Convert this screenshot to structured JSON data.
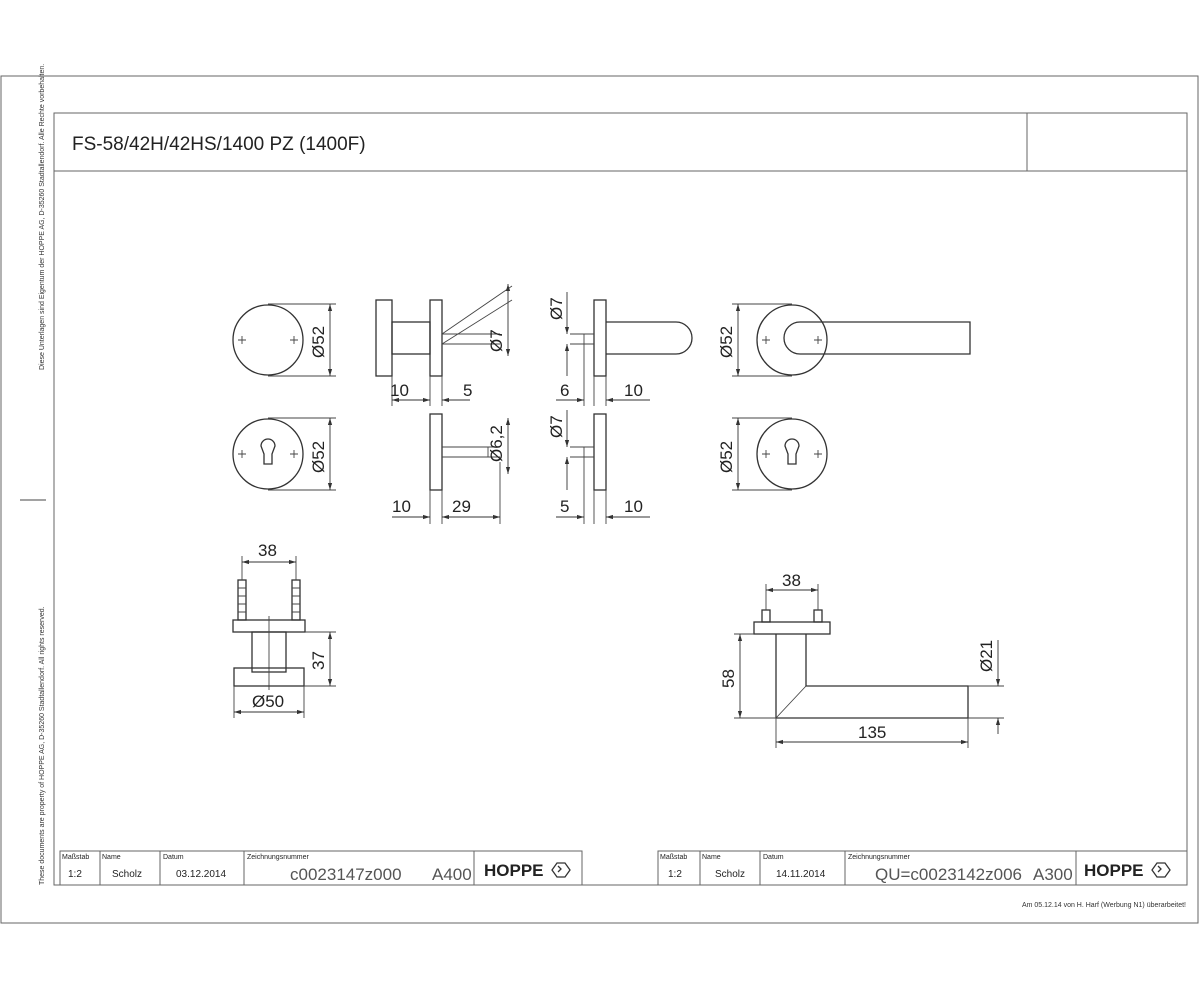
{
  "drawing": {
    "title": "FS-58/42H/42HS/1400 PZ (1400F)",
    "side_note_top": "Diese Unterlagen sind Eigentum der HOPPE AG, D-35260 Stadtallendorf. Alle Rechte vorbehalten.",
    "side_note_bottom": "These documents are property of HOPPE AG, D-35260 Stadtallendorf. All rights reserved.",
    "footer_note": "Am 05.12.14 von H. Harf (Werbung N1) überarbeitet!"
  },
  "dimensions": {
    "rose_dia": "Ø52",
    "pin7_a": "Ø7",
    "pin7_b": "Ø7",
    "pin7_c": "Ø7",
    "pin62": "Ø6,2",
    "rose_dia_lever": "Ø52",
    "esc_dia_left": "Ø52",
    "esc_dia_right": "Ø52",
    "d10_a": "10",
    "d5_a": "5",
    "d6": "6",
    "d10_b": "10",
    "d10_c": "10",
    "d29": "29",
    "d5_b": "5",
    "d10_d": "10",
    "d38_a": "38",
    "d37": "37",
    "d50": "Ø50",
    "d38_b": "38",
    "d58": "58",
    "d21": "Ø21",
    "d135": "135"
  },
  "title_blocks": [
    {
      "massstab_label": "Maßstab",
      "name_label": "Name",
      "datum_label": "Datum",
      "zeichnung_label": "Zeichnungsnummer",
      "massstab": "1:2",
      "name": "Scholz",
      "datum": "03.12.2014",
      "number": "c0023147z000",
      "format": "A400",
      "logo": "HOPPE"
    },
    {
      "massstab_label": "Maßstab",
      "name_label": "Name",
      "datum_label": "Datum",
      "zeichnung_label": "Zeichnungsnummer",
      "massstab": "1:2",
      "name": "Scholz",
      "datum": "14.11.2014",
      "number": "QU=c0023142z006",
      "format": "A300",
      "logo": "HOPPE"
    }
  ]
}
